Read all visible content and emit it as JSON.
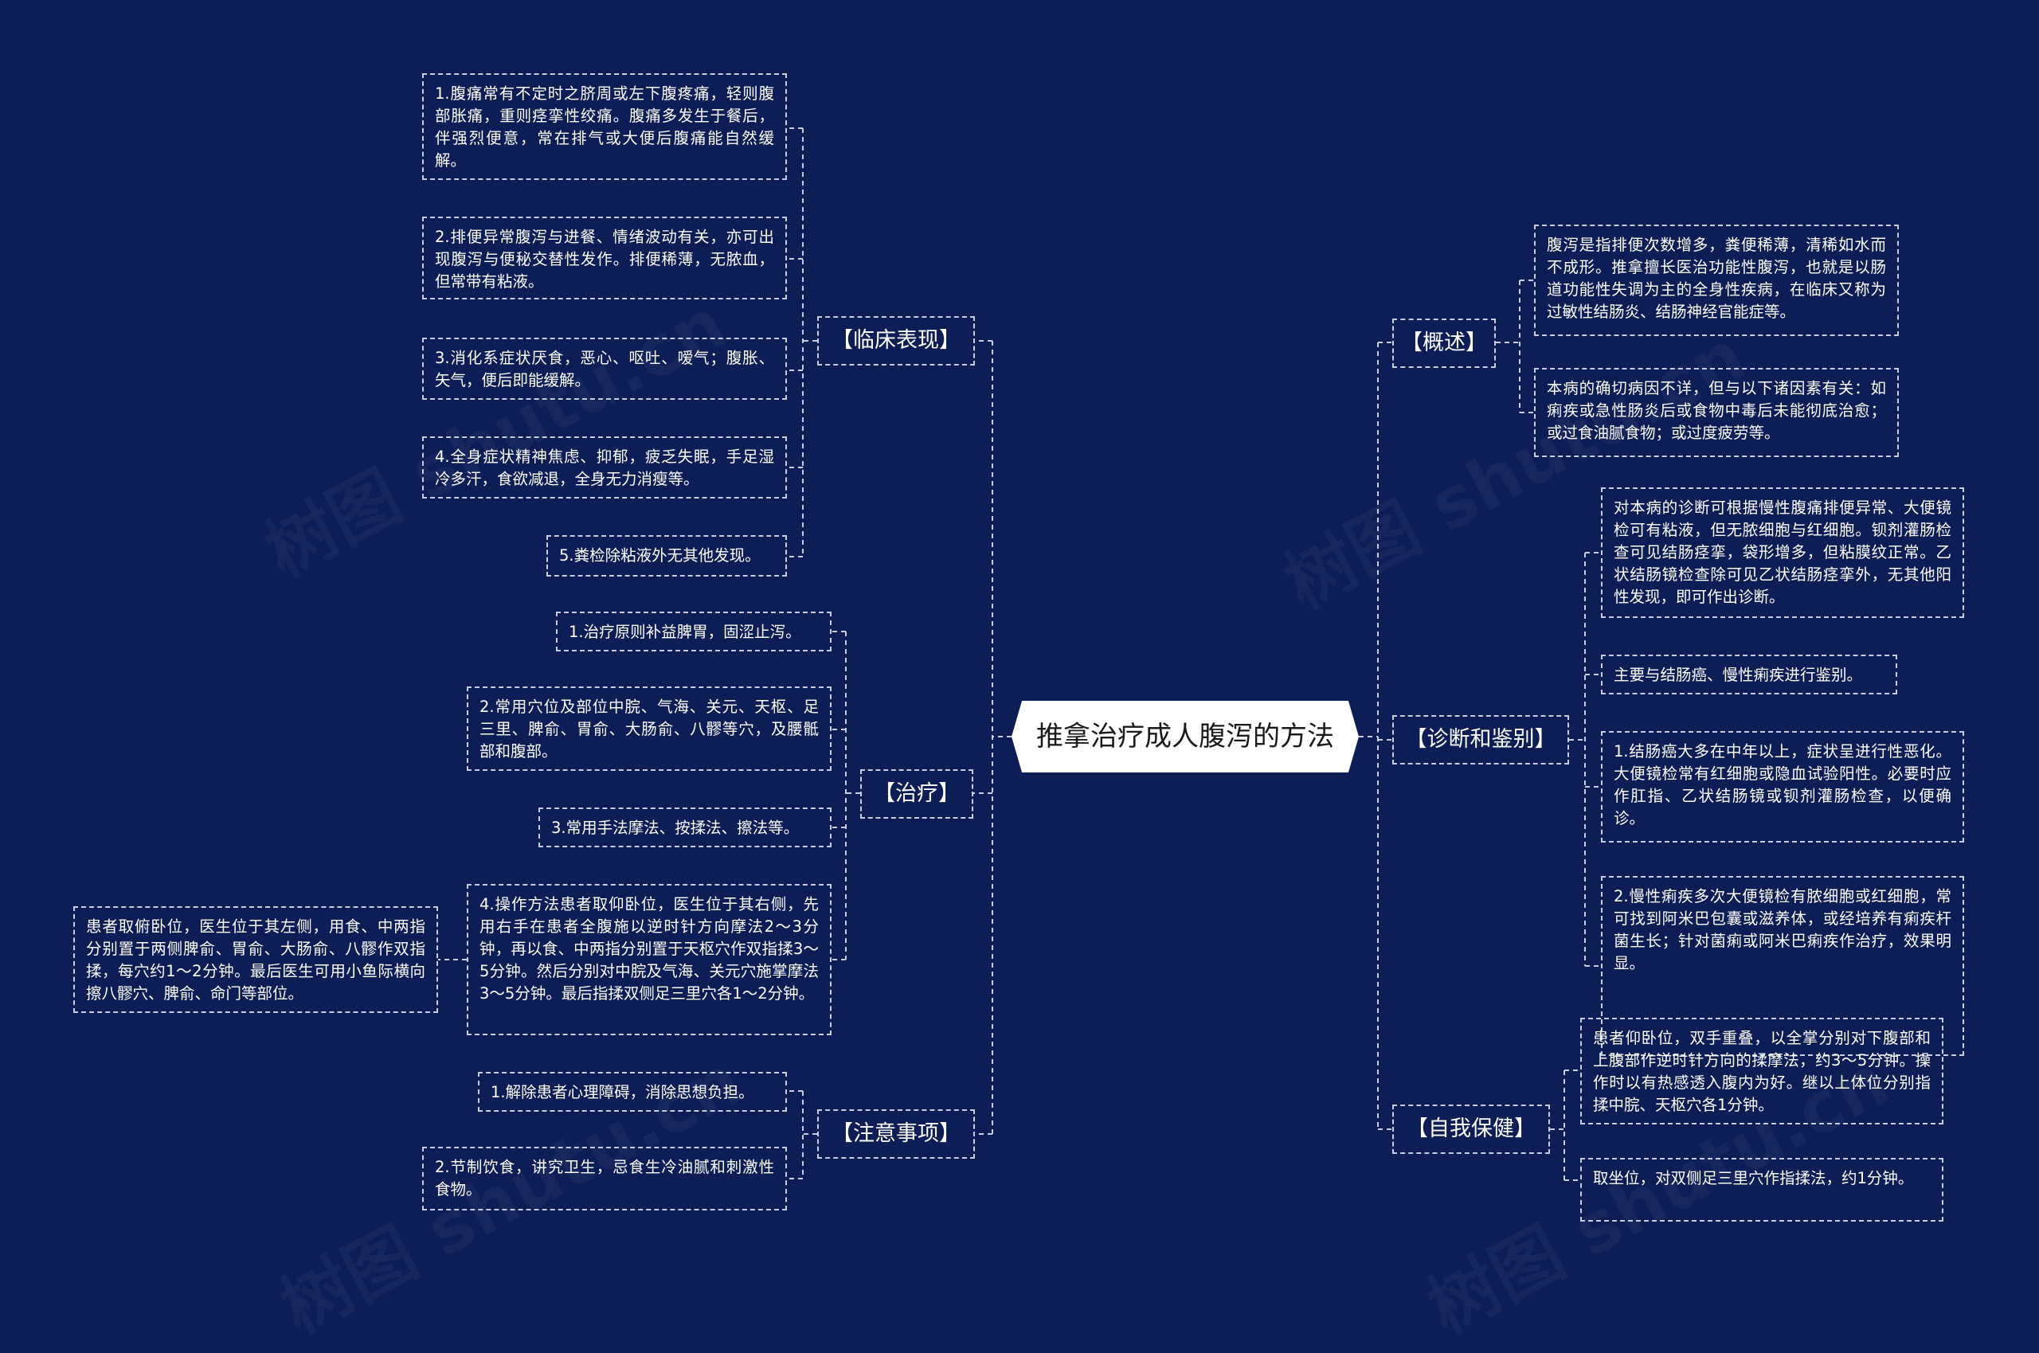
{
  "root": {
    "title": "推拿治疗成人腹泻的方法"
  },
  "watermark": {
    "text": "树图 shutu.cn"
  },
  "colors": {
    "background": "#0d1d55",
    "line": "#c9cde0",
    "root_fill": "#ffffff"
  },
  "branches": {
    "overview": {
      "label": "【概述】",
      "items": [
        "腹泻是指排便次数增多，粪便稀薄，清稀如水而不成形。推拿擅长医治功能性腹泻，也就是以肠道功能性失调为主的全身性疾病，在临床又称为过敏性结肠炎、结肠神经官能症等。",
        "本病的确切病因不详，但与以下诸因素有关：如痢疾或急性肠炎后或食物中毒后未能彻底治愈；或过食油腻食物；或过度疲劳等。"
      ]
    },
    "diagnosis": {
      "label": "【诊断和鉴别】",
      "items": [
        "对本病的诊断可根据慢性腹痛排便异常、大便镜检可有粘液，但无脓细胞与红细胞。钡剂灌肠检查可见结肠痉挛，袋形增多，但粘膜纹正常。乙状结肠镜检查除可见乙状结肠痉挛外，无其他阳性发现，即可作出诊断。",
        "主要与结肠癌、慢性痢疾进行鉴别。",
        "1.结肠癌大多在中年以上，症状呈进行性恶化。大便镜检常有红细胞或隐血试验阳性。必要时应作肛指、乙状结肠镜或钡剂灌肠检查，以便确诊。",
        "2.慢性痢疾多次大便镜检有脓细胞或红细胞，常可找到阿米巴包囊或滋养体，或经培养有痢疾杆菌生长；针对菌痢或阿米巴痢疾作治疗，效果明显。"
      ]
    },
    "selfcare": {
      "label": "【自我保健】",
      "items": [
        "患者仰卧位，双手重叠，以全掌分别对下腹部和上腹部作逆时针方向的揉摩法，约3～5分钟。操作时以有热感透入腹内为好。继以上体位分别指揉中脘、天枢穴各1分钟。",
        "取坐位，对双侧足三里穴作指揉法，约1分钟。"
      ]
    },
    "clinical": {
      "label": "【临床表现】",
      "items": [
        "1.腹痛常有不定时之脐周或左下腹疼痛，轻则腹部胀痛，重则痉挛性绞痛。腹痛多发生于餐后，伴强烈便意，常在排气或大便后腹痛能自然缓解。",
        "2.排便异常腹泻与进餐、情绪波动有关，亦可出现腹泻与便秘交替性发作。排便稀薄，无脓血，但常带有粘液。",
        "3.消化系症状厌食，恶心、呕吐、嗳气；腹胀、矢气，便后即能缓解。",
        "4.全身症状精神焦虑、抑郁，疲乏失眠，手足湿冷多汗，食欲减退，全身无力消瘦等。",
        "5.粪检除粘液外无其他发现。"
      ]
    },
    "treatment": {
      "label": "【治疗】",
      "items": [
        "1.治疗原则补益脾胃，固涩止泻。",
        "2.常用穴位及部位中脘、气海、关元、天枢、足三里、脾俞、胃俞、大肠俞、八髎等穴，及腰骶部和腹部。",
        "3.常用手法摩法、按揉法、擦法等。",
        "4.操作方法患者取仰卧位，医生位于其右侧，先用右手在患者全腹施以逆时针方向摩法2～3分钟，再以食、中两指分别置于天枢穴作双指揉3～5分钟。然后分别对中脘及气海、关元穴施掌摩法3～5分钟。最后指揉双侧足三里穴各1～2分钟。"
      ],
      "sub_item": "患者取俯卧位，医生位于其左侧，用食、中两指分别置于两侧脾俞、胃俞、大肠俞、八髎作双指揉，每穴约1～2分钟。最后医生可用小鱼际横向擦八髎穴、脾俞、命门等部位。"
    },
    "notes": {
      "label": "【注意事项】",
      "items": [
        "1.解除患者心理障碍，消除思想负担。",
        "2.节制饮食，讲究卫生，忌食生冷油腻和刺激性食物。"
      ]
    }
  }
}
